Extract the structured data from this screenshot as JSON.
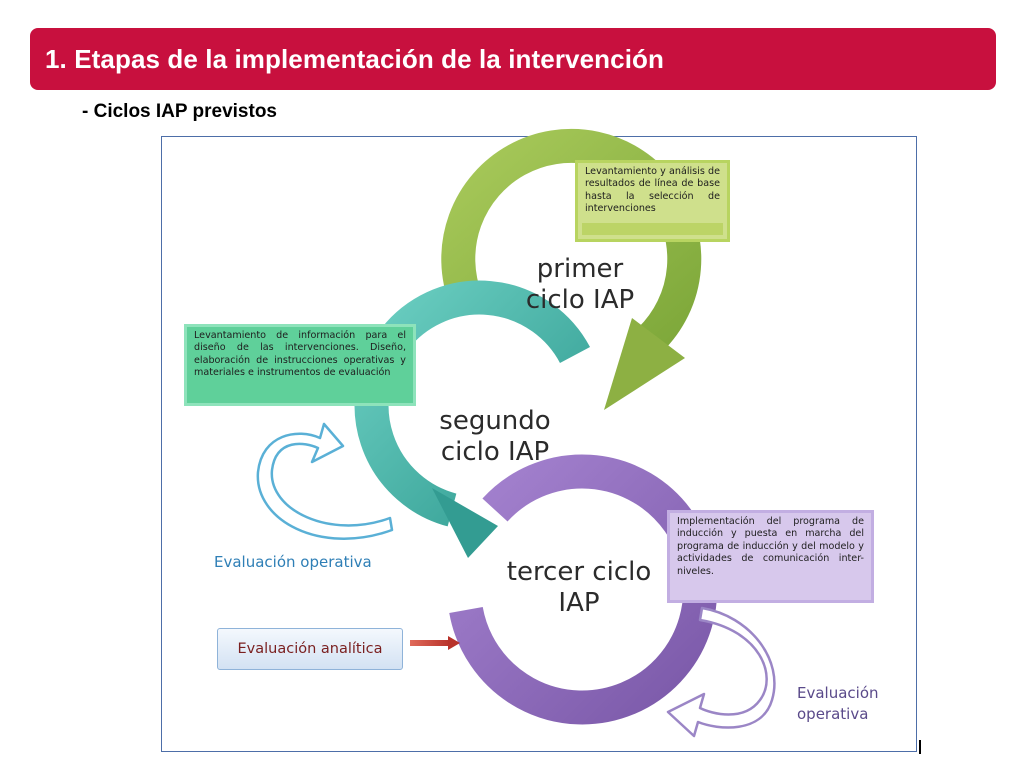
{
  "header": {
    "title": "1. Etapas de la implementación de la intervención"
  },
  "subtitle": "- Ciclos IAP previstos",
  "diagram": {
    "cycles": [
      {
        "label_line1": "primer",
        "label_line2": "ciclo IAP",
        "note": "Levantamiento y análisis de resultados de línea de base hasta la selección de intervenciones",
        "color": "#9dbf4c"
      },
      {
        "label_line1": "segundo",
        "label_line2": "ciclo IAP",
        "note": "Levantamiento de información para el diseño de las intervenciones. Diseño, elaboración de instrucciones operativas y materiales e instrumentos de evaluación",
        "color": "#3aaaa0"
      },
      {
        "label_line1": "tercer ciclo",
        "label_line2": "IAP",
        "note": "Implementación del programa de inducción y puesta en marcha del programa de inducción y del modelo y actividades de comunicación inter-niveles.",
        "color": "#8a6bb8"
      }
    ],
    "eval_operativa_left": "Evaluación operativa",
    "eval_operativa_right_line1": "Evaluación",
    "eval_operativa_right_line2": "operativa",
    "eval_analitica": "Evaluación analítica"
  }
}
